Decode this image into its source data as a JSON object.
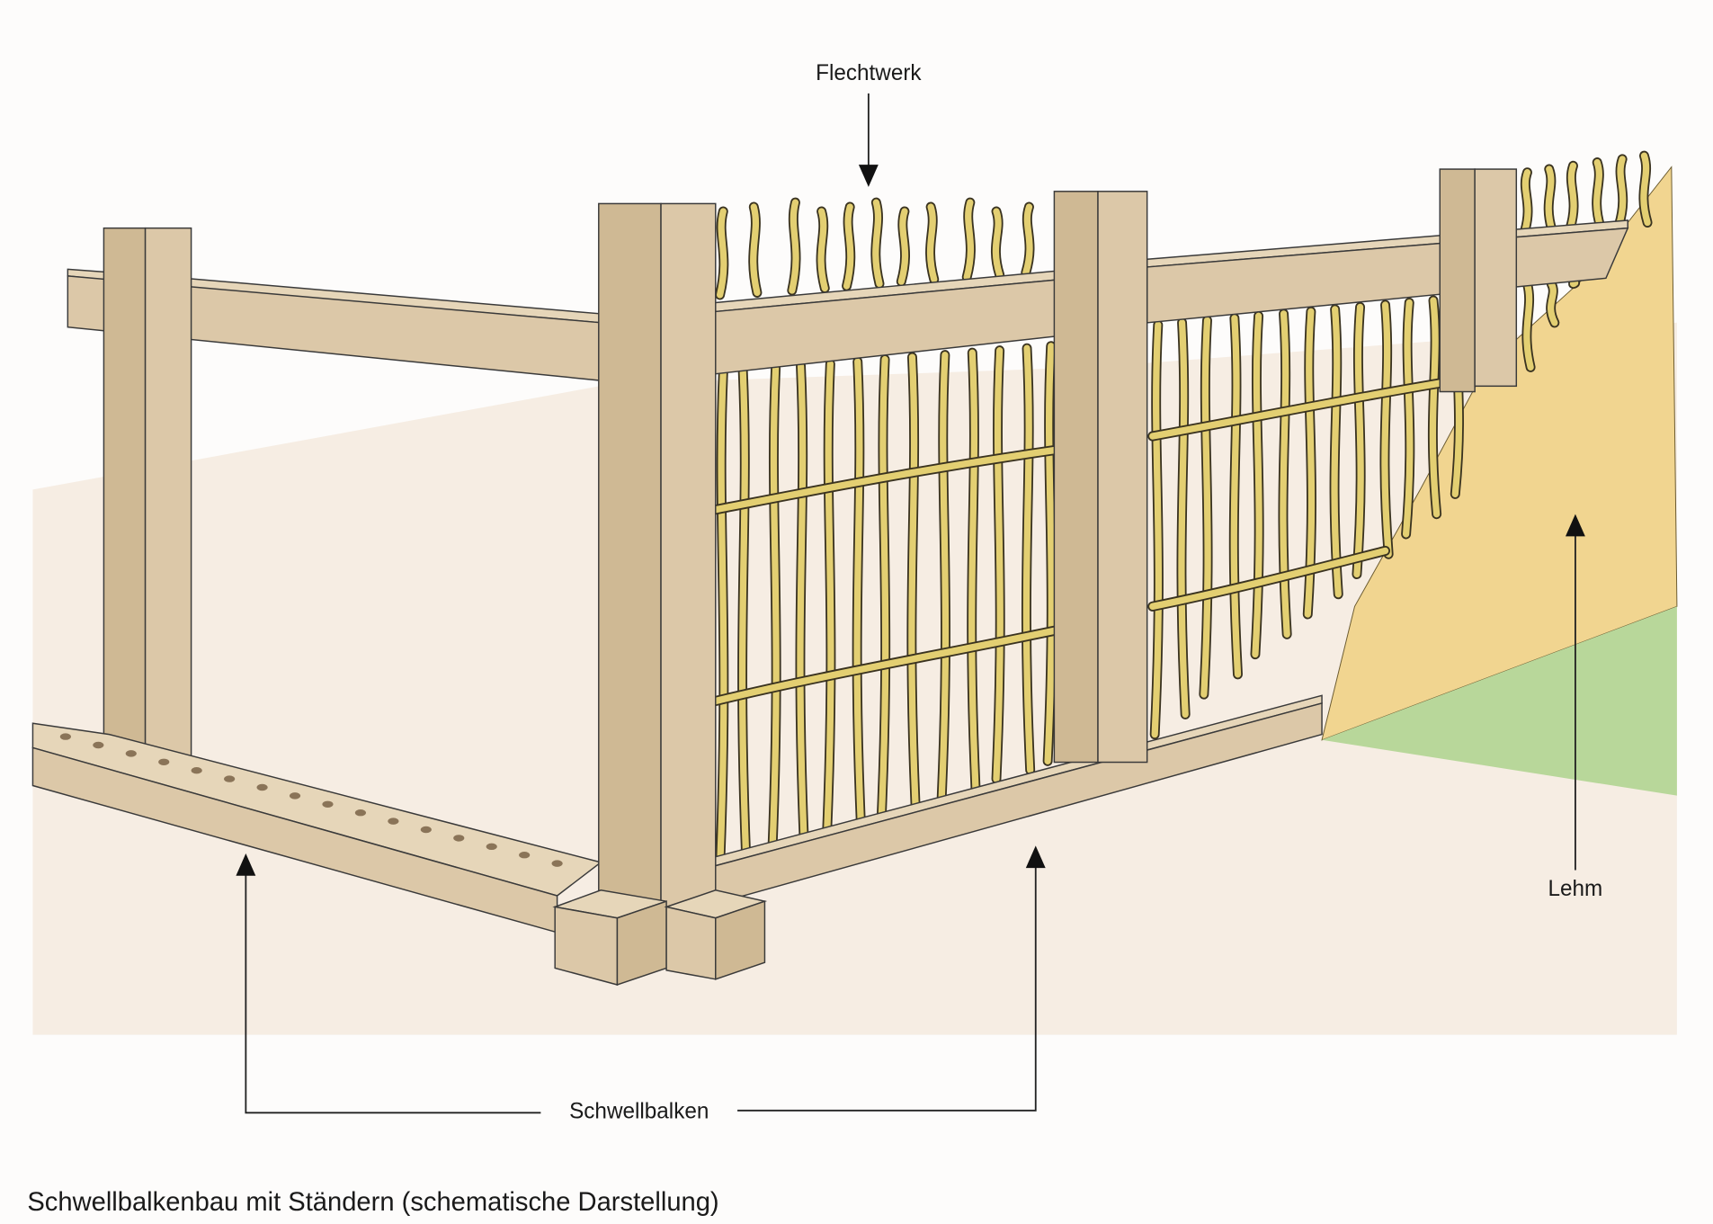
{
  "labels": {
    "wattle": "Flechtwerk",
    "sill_beam": "Schwellbalken",
    "clay": "Lehm"
  },
  "caption": "Schwellbalkenbau mit Ständern (schematische Darstellung)",
  "colors": {
    "wood": "#dcc8a8",
    "wood_shade": "#cfb994",
    "wattle": "#e3cf72",
    "clay": "#f1d590",
    "grass": "#b8d79a",
    "ground": "#f6ede3"
  }
}
